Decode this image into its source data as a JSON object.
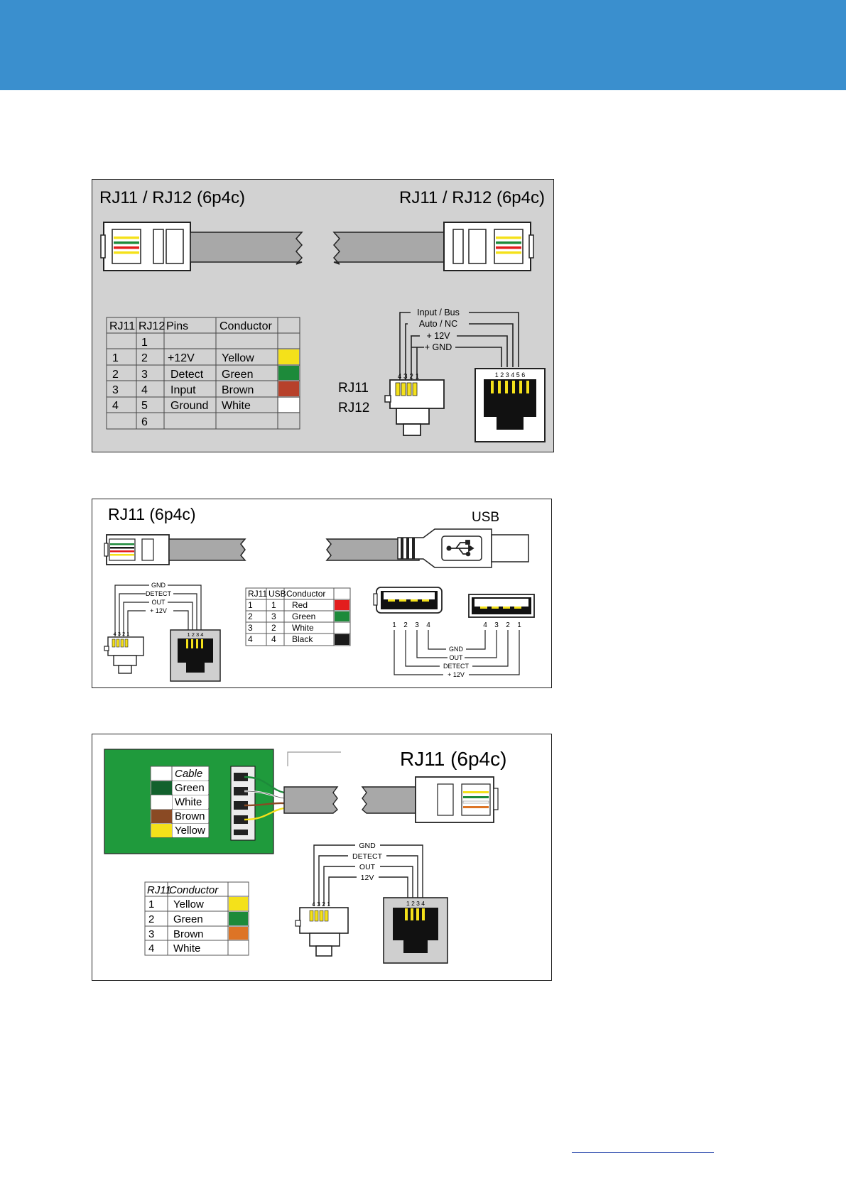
{
  "colors": {
    "header": "#3a8fce",
    "panel_gray": "#d2d2d2",
    "pcb_green": "#1f9a3c",
    "yellow": "#f4e11a",
    "green": "#1d8a3a",
    "brown": "#b7412b",
    "red": "#e31d1d",
    "black": "#1a1a1a",
    "white": "#ffffff",
    "orange": "#dd7426",
    "dark_green": "#12612d",
    "brown_cable": "#8a4a24"
  },
  "panel1": {
    "title_left": "RJ11 / RJ12 (6p4c)",
    "title_right": "RJ11 / RJ12 (6p4c)",
    "table_headers": [
      "RJ11",
      "RJ12",
      "Pins",
      "Conductor"
    ],
    "table_rows": [
      {
        "rj11": "",
        "rj12": "1",
        "pin": "",
        "conductor": "",
        "swatch": ""
      },
      {
        "rj11": "1",
        "rj12": "2",
        "pin": "+12V",
        "conductor": "Yellow",
        "swatch": "#f4e11a"
      },
      {
        "rj11": "2",
        "rj12": "3",
        "pin": "Detect",
        "conductor": "Green",
        "swatch": "#1d8a3a"
      },
      {
        "rj11": "3",
        "rj12": "4",
        "pin": "Input",
        "conductor": "Brown",
        "swatch": "#b7412b"
      },
      {
        "rj11": "4",
        "rj12": "5",
        "pin": "Ground",
        "conductor": "White",
        "swatch": "#ffffff"
      },
      {
        "rj11": "",
        "rj12": "6",
        "pin": "",
        "conductor": "",
        "swatch": ""
      }
    ],
    "signals": [
      "Input / Bus",
      "Auto / NC",
      "+ 12V",
      "+ GND"
    ],
    "plug_pins": "4 3 2 1",
    "jack_pins": "1 2 3 4 5 6",
    "plug_label_1": "RJ11",
    "plug_label_2": "RJ12"
  },
  "panel2": {
    "title_left": "RJ11 (6p4c)",
    "title_right": "USB",
    "signals": [
      "GND",
      "DETECT",
      "OUT",
      "+ 12V"
    ],
    "plug_pins": "4 3 2 1",
    "jack_pins": "1 2 3 4",
    "table_headers": [
      "RJ11",
      "USB",
      "Conductor"
    ],
    "table_rows": [
      {
        "rj11": "1",
        "usb": "1",
        "conductor": "Red",
        "swatch": "#e31d1d"
      },
      {
        "rj11": "2",
        "usb": "3",
        "conductor": "Green",
        "swatch": "#1d8a3a"
      },
      {
        "rj11": "3",
        "usb": "2",
        "conductor": "White",
        "swatch": "#ffffff"
      },
      {
        "rj11": "4",
        "usb": "4",
        "conductor": "Black",
        "swatch": "#1a1a1a"
      }
    ],
    "usb_left_pins": [
      "1",
      "2",
      "3",
      "4"
    ],
    "usb_right_pins": [
      "4",
      "3",
      "2",
      "1"
    ],
    "usb_signals": [
      "GND",
      "OUT",
      "DETECT",
      "+ 12V"
    ]
  },
  "panel3": {
    "title": "RJ11 (6p4c)",
    "cable_header": "Cable",
    "cable_rows": [
      {
        "label": "Green",
        "swatch": "#12612d"
      },
      {
        "label": "White",
        "swatch": "#ffffff"
      },
      {
        "label": "Brown",
        "swatch": "#8a4a24"
      },
      {
        "label": "Yellow",
        "swatch": "#f4e11a"
      }
    ],
    "table_headers": [
      "RJ11",
      "Conductor"
    ],
    "table_rows": [
      {
        "rj11": "1",
        "conductor": "Yellow",
        "swatch": "#f4e11a"
      },
      {
        "rj11": "2",
        "conductor": "Green",
        "swatch": "#1d8a3a"
      },
      {
        "rj11": "3",
        "conductor": "Brown",
        "swatch": "#dd7426"
      },
      {
        "rj11": "4",
        "conductor": "White",
        "swatch": "#ffffff"
      }
    ],
    "signals": [
      "GND",
      "DETECT",
      "OUT",
      "12V"
    ],
    "plug_pins": "4 3 2 1",
    "jack_pins": "1 2 3 4"
  }
}
